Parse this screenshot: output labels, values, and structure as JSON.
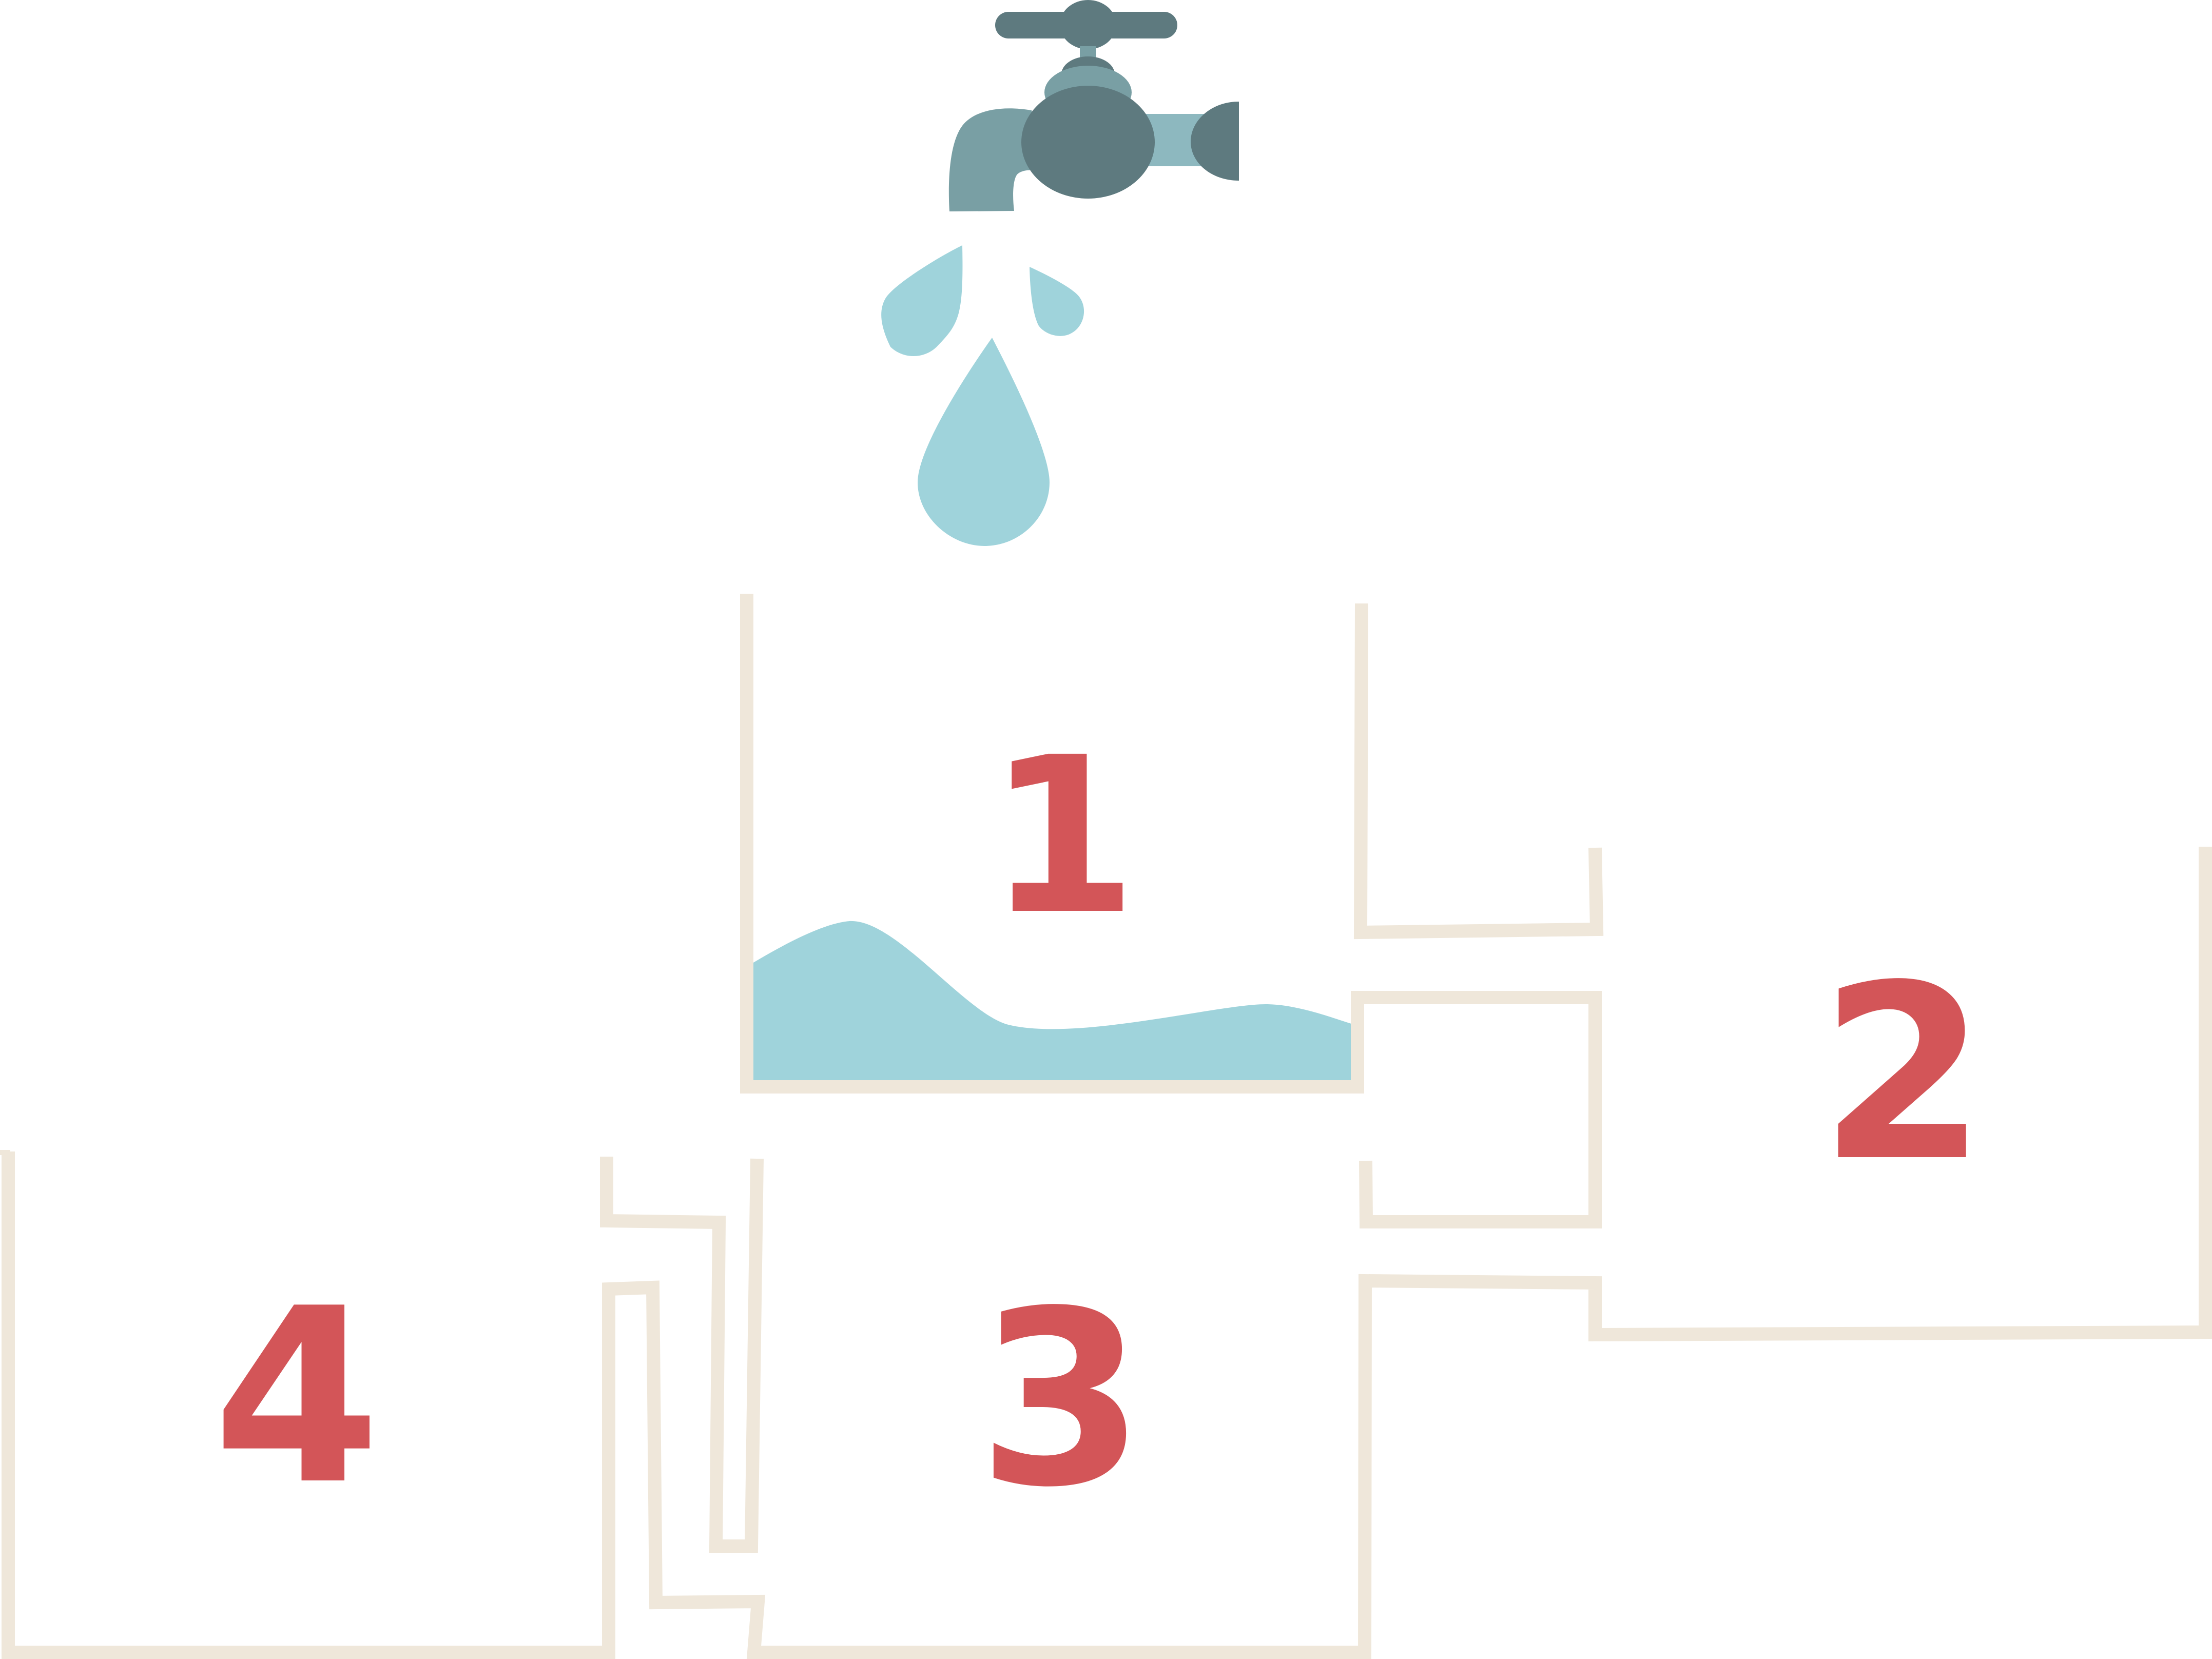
{
  "diagram": {
    "containers": [
      {
        "id": "1",
        "label": "1"
      },
      {
        "id": "2",
        "label": "2"
      },
      {
        "id": "3",
        "label": "3"
      },
      {
        "id": "4",
        "label": "4"
      }
    ]
  },
  "icons": {
    "faucet": "faucet-icon",
    "droplets": "water-droplet-icon"
  },
  "colors": {
    "pipe": "#efe7da",
    "water": "#9fd3db",
    "number": "#d35558",
    "faucet_dark": "#5e7a7f",
    "faucet_mid": "#799fa4",
    "faucet_light": "#8db8bf",
    "background": "#ffffff"
  }
}
